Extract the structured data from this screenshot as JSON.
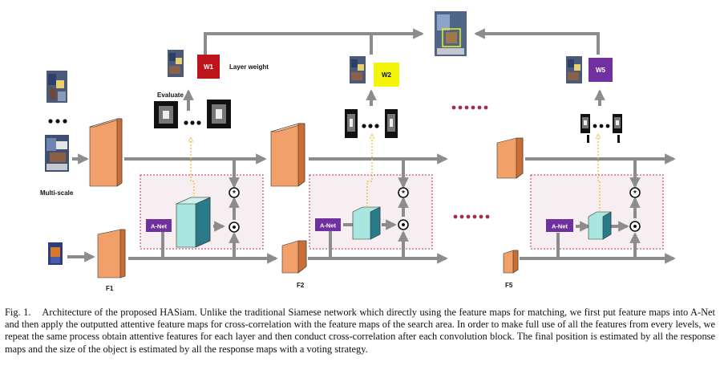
{
  "figure": {
    "labels": {
      "multi_scale": "Multi-scale",
      "evaluate": "Evaluate",
      "layer_weight": "Layer weight"
    },
    "stages": [
      {
        "feature": "F1",
        "weight": "W1",
        "anet": "A-Net",
        "weight_color": "#c0141c",
        "weight_text_color": "#ffffff"
      },
      {
        "feature": "F2",
        "weight": "W2",
        "anet": "A-Net",
        "weight_color": "#f4f40a",
        "weight_text_color": "#111111"
      },
      {
        "feature": "F5",
        "weight": "W5",
        "anet": "A-Net",
        "weight_color": "#7030a0",
        "weight_text_color": "#ffffff"
      }
    ],
    "colors": {
      "block": "#f2a06a",
      "block_dark": "#c96f35",
      "anet": "#7030a0",
      "attn": "#a8e6df",
      "arrow": "#8c8c8c",
      "dots": "#a0304a",
      "dashed_box": "#c0304a",
      "dashed_fill": "#f6eef0",
      "yellow_dashed": "#f0c040"
    }
  },
  "caption": {
    "label": "Fig. 1.",
    "text": "Architecture of the proposed HASiam. Unlike the traditional Siamese network which directly using the feature maps for matching, we first put feature maps into A-Net and then apply the outputted attentive feature maps for cross-correlation with the feature maps of the search area. In order to make full use of all the features from every levels, we repeat the same process obtain attentive features for each layer and then conduct cross-correlation after each convolution block. The final position is estimated by all the response maps and the size of the object is estimated by all the response maps with a voting strategy."
  }
}
